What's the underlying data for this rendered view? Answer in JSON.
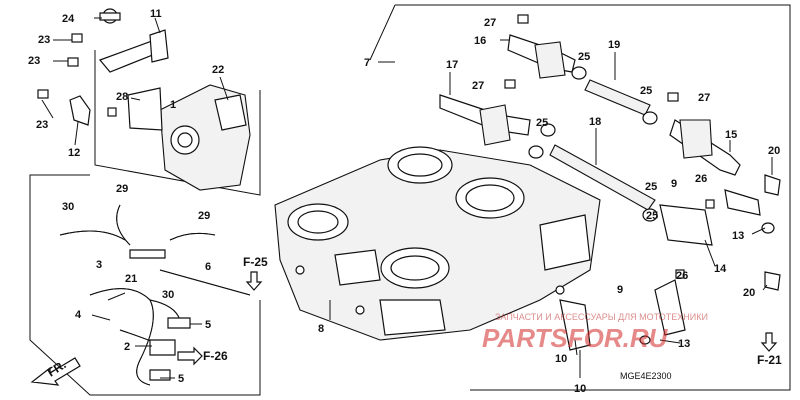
{
  "diagram_code": "MGE4E2300",
  "watermark": {
    "caption": "ЗАПЧАСТИ И АКСЕССУАРЫ ДЛЯ МОТОТЕХНИКИ",
    "logo_text": "PARTSFOR.RU"
  },
  "section_refs": {
    "f25": "F-25",
    "f26": "F-26",
    "f21": "F-21",
    "fr": "FR."
  },
  "callouts": {
    "n1": "1",
    "n2": "2",
    "n3": "3",
    "n4": "4",
    "n5a": "5",
    "n5b": "5",
    "n6": "6",
    "n7": "7",
    "n8": "8",
    "n9a": "9",
    "n9b": "9",
    "n10a": "10",
    "n10b": "10",
    "n11": "11",
    "n12": "12",
    "n13a": "13",
    "n13b": "13",
    "n14": "14",
    "n15": "15",
    "n16": "16",
    "n17": "17",
    "n18": "18",
    "n19": "19",
    "n20a": "20",
    "n20b": "20",
    "n21": "21",
    "n22": "22",
    "n23a": "23",
    "n23b": "23",
    "n23c": "23",
    "n24": "24",
    "n25a": "25",
    "n25b": "25",
    "n25c": "25",
    "n25d": "25",
    "n25e": "25",
    "n26a": "26",
    "n26b": "26",
    "n27a": "27",
    "n27b": "27",
    "n27c": "27",
    "n28": "28",
    "n29a": "29",
    "n29b": "29",
    "n30a": "30",
    "n30b": "30"
  },
  "colors": {
    "line": "#111111",
    "watermark": "#d22a2a"
  }
}
